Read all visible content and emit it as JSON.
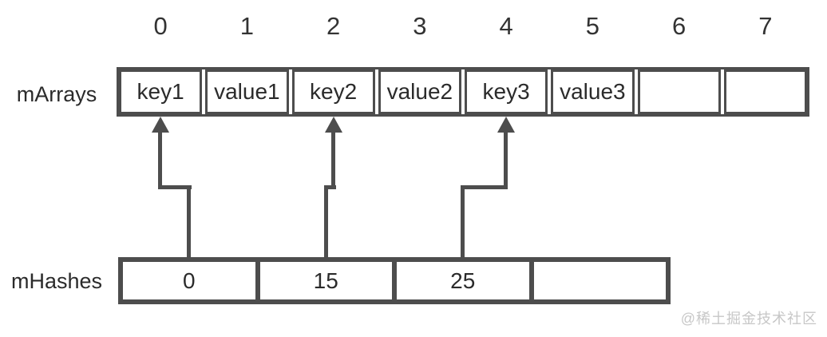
{
  "colors": {
    "line": "#4d4d4d",
    "text": "#2b2b2b",
    "watermark": "#c7c7c7"
  },
  "index_row": {
    "labels": [
      "0",
      "1",
      "2",
      "3",
      "4",
      "5",
      "6",
      "7"
    ]
  },
  "marrays": {
    "label": "mArrays",
    "cells": [
      "key1",
      "value1",
      "key2",
      "value2",
      "key3",
      "value3",
      "",
      ""
    ]
  },
  "mhashes": {
    "label": "mHashes",
    "cells": [
      "0",
      "15",
      "25",
      ""
    ]
  },
  "arrows": [
    {
      "from_hash": "0",
      "to_array_cell": "key1"
    },
    {
      "from_hash": "15",
      "to_array_cell": "key2"
    },
    {
      "from_hash": "25",
      "to_array_cell": "key3"
    }
  ],
  "watermark": "@稀土掘金技术社区"
}
